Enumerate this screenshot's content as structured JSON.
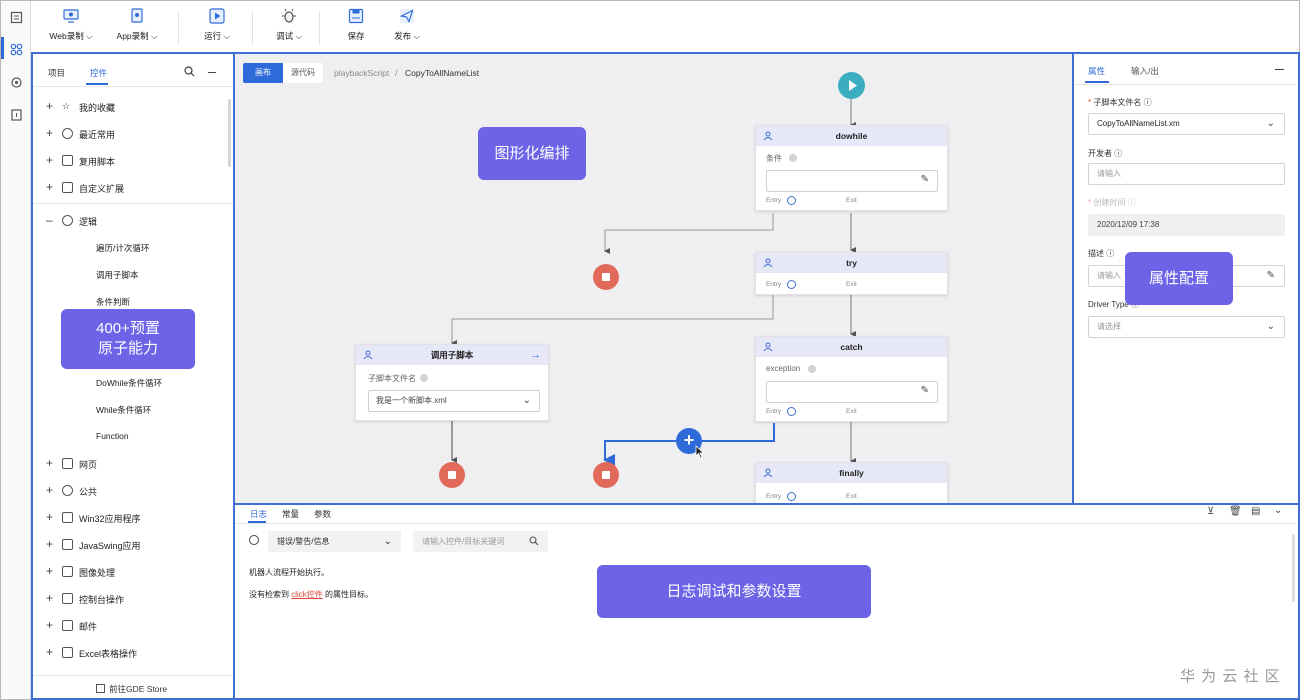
{
  "toolbar": {
    "web_record": "Web录制",
    "app_record": "App录制",
    "run": "运行",
    "debug": "调试",
    "save": "保存",
    "publish": "发布"
  },
  "left_panel": {
    "tab_project": "项目",
    "tab_controls": "控件",
    "groups_top": [
      "我的收藏",
      "最近常用",
      "复用脚本",
      "自定义扩展"
    ],
    "logic_label": "逻辑",
    "logic_items": [
      "遍历/计次循环",
      "调用子脚本",
      "条件判断",
      "DoWhile条件循环",
      "While条件循环",
      "Function"
    ],
    "groups_bottom": [
      "网页",
      "公共",
      "Win32应用程序",
      "JavaSwing应用",
      "图像处理",
      "控制台操作",
      "邮件",
      "Excel表格操作"
    ],
    "store_link": "前往GDE Store"
  },
  "canvas": {
    "tab_canvas": "画布",
    "tab_source": "源代码",
    "breadcrumb_root": "playbackScript",
    "breadcrumb_sep": "/",
    "breadcrumb_current": "CopyToAllNameList",
    "nodes": {
      "dowhile": {
        "title": "dowhile",
        "field": "条件"
      },
      "try": {
        "title": "try"
      },
      "catch": {
        "title": "catch",
        "field": "exception"
      },
      "finally": {
        "title": "finally"
      },
      "call_sub": {
        "title": "调用子脚本",
        "field": "子脚本文件名",
        "value": "我是一个新脚本.xml"
      }
    },
    "entry_label": "Entry",
    "exit_label": "Exit"
  },
  "right_panel": {
    "tab_props": "属性",
    "tab_io": "输入/出",
    "sub_file_label": "子脚本文件名",
    "sub_file_value": "CopyToAllNameList.xm",
    "developer_label": "开发者",
    "developer_placeholder": "请输入",
    "created_label": "创建时间",
    "created_value": "2020/12/09 17:38",
    "desc_label": "描述",
    "desc_placeholder": "请输入",
    "driver_label": "Driver Type",
    "driver_placeholder": "请选择"
  },
  "bottom_panel": {
    "tab_log": "日志",
    "tab_const": "常量",
    "tab_params": "参数",
    "level_select": "错误/警告/信息",
    "search_placeholder": "请输入控件/目标关键词",
    "log_line1": "机器人流程开始执行。",
    "log_line2_a": "没有检索到",
    "log_line2_link": "click控件",
    "log_line2_b": "的属性目标。"
  },
  "callouts": {
    "graphic": "图形化编排",
    "atoms_line1": "400+预置",
    "atoms_line2": "原子能力",
    "props": "属性配置",
    "log": "日志调试和参数设置"
  },
  "watermark": "华 为 云 社 区",
  "colors": {
    "accent": "#2f6bd8",
    "callout": "#6d63e6",
    "start": "#3aaec0",
    "stop": "#e26a5b",
    "panel_border": "#3f6fd1"
  }
}
